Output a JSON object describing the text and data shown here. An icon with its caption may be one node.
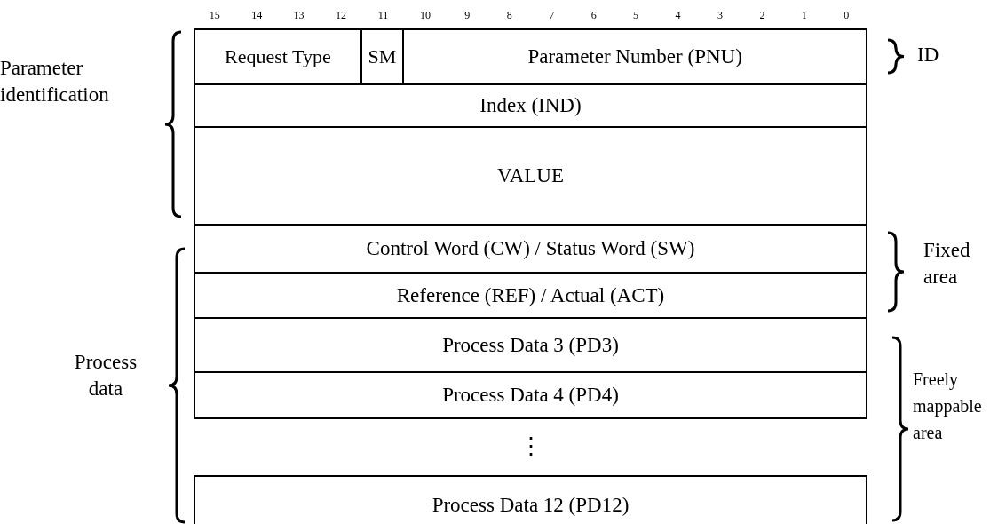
{
  "diagram": {
    "nodes": [
      {
        "text": [
          "Request Type"
        ]
      },
      {
        "text": [
          "SM"
        ]
      },
      {
        "text": [
          "Parameter Number (PNU)"
        ]
      },
      {
        "text": [
          "Index (IND)"
        ]
      },
      {
        "text": [
          "VALUE"
        ]
      },
      {
        "text": [
          "Control Word (CW) / Status Word (SW)"
        ]
      },
      {
        "text": [
          "Reference (REF) / Actual (ACT)"
        ]
      },
      {
        "text": [
          "Process Data 3 (PD3)"
        ]
      },
      {
        "text": [
          "Process Data 4 (PD4)"
        ]
      },
      {
        "text": [
          "Process Data 12 (PD12)"
        ]
      }
    ],
    "edges": [],
    "labels": [
      "15",
      "14",
      "13",
      "12",
      "11",
      "10",
      "9",
      "8",
      "7",
      "6",
      "5",
      "4",
      "3",
      "2",
      "1",
      "0",
      "ID",
      "Parameter identification",
      "Fixed area",
      "Process data",
      "Freely mappable area",
      "⋮"
    ]
  }
}
